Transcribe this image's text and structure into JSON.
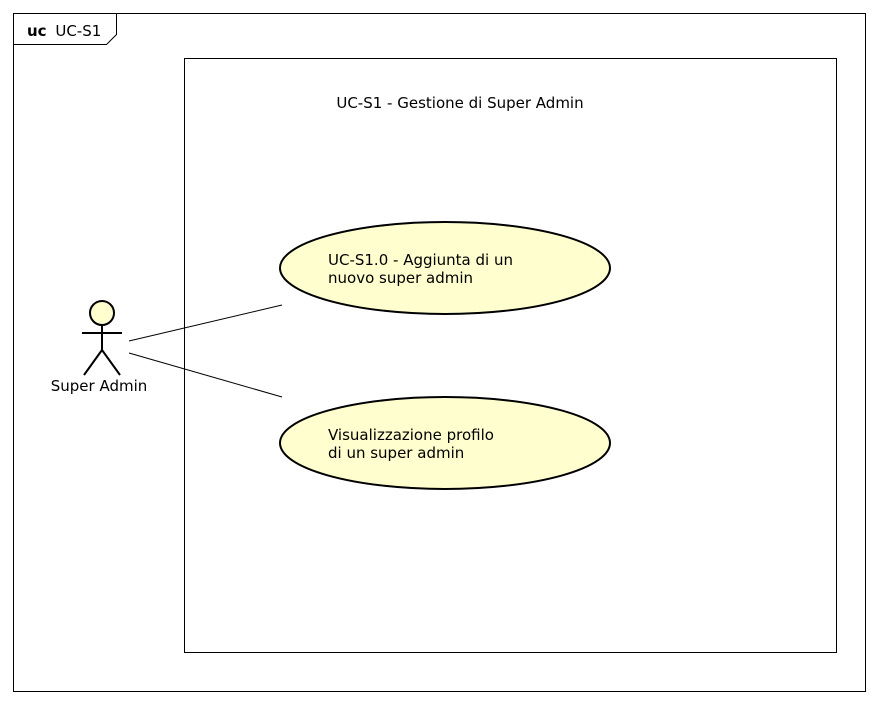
{
  "diagram": {
    "frame": {
      "keyword": "uc",
      "name": "UC-S1"
    },
    "system": {
      "title": "UC-S1 - Gestione di Super Admin"
    },
    "actor": {
      "name": "Super Admin"
    },
    "use_cases": [
      {
        "line1": "UC-S1.0 - Aggiunta di un",
        "line2": "nuovo super admin"
      },
      {
        "line1": "Visualizzazione profilo",
        "line2": "di un super admin"
      }
    ],
    "colors": {
      "use_case_fill": "#FEFECE",
      "stroke": "#000000",
      "background": "#FFFFFF"
    }
  }
}
